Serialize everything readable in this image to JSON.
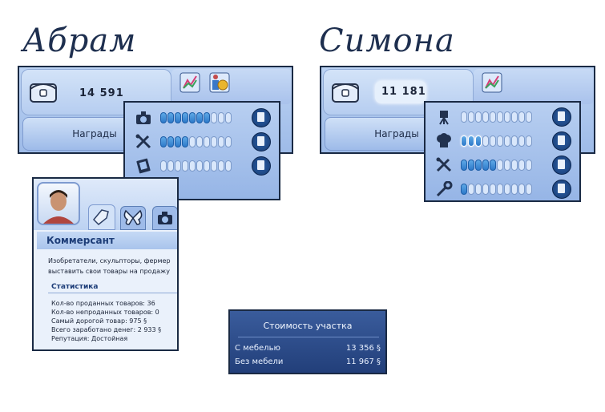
{
  "abram": {
    "name": "Абрам",
    "money": "14 591",
    "rewards_label": "Награды",
    "skills": [
      {
        "icon": "camera-icon",
        "level": 7,
        "max": 10
      },
      {
        "icon": "tools-icon",
        "level": 4,
        "max": 10
      },
      {
        "icon": "painting-icon",
        "level": 0,
        "max": 10
      }
    ]
  },
  "simona": {
    "name": "Симона",
    "money": "11 181",
    "rewards_label": "Награды",
    "skills": [
      {
        "icon": "easel-icon",
        "level": 0,
        "max": 10
      },
      {
        "icon": "chef-hat-icon",
        "level": 3,
        "max": 10
      },
      {
        "icon": "tools-icon",
        "level": 5,
        "max": 10
      },
      {
        "icon": "wrench-icon",
        "level": 1,
        "max": 10
      }
    ]
  },
  "career_card": {
    "title": "Коммерсант",
    "description_line1": "Изобретатели, скульпторы, фермер",
    "description_line2": "выставить свои товары на продажу",
    "stats_header": "Статистика",
    "stats": [
      "Кол-во проданных товаров: 36",
      "Кол-во непроданных товаров: 0",
      "Самый дорогой товар: 975 §",
      "Всего заработано денег: 2 933 §",
      "Репутация: Достойная"
    ]
  },
  "lot_value": {
    "title": "Стоимость участка",
    "rows": [
      {
        "label": "С мебелью",
        "value": "13 356 §"
      },
      {
        "label": "Без мебели",
        "value": "11 967 §"
      }
    ]
  }
}
